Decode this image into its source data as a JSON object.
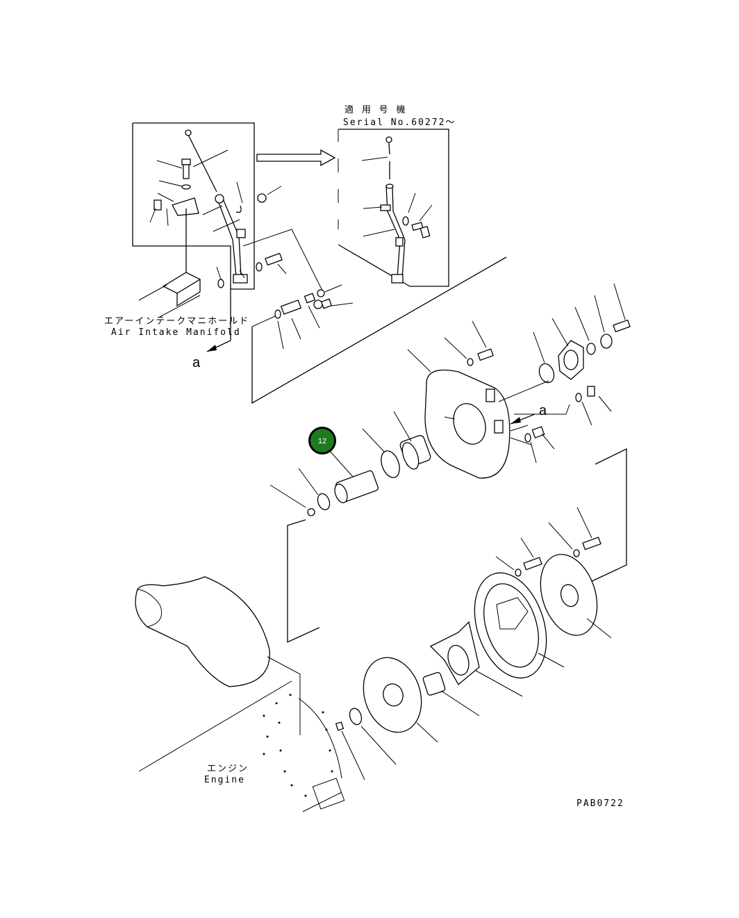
{
  "notes": {
    "applicable_jp": "適 用 号 機",
    "serial": "Serial No.60272〜",
    "manifold_jp": "エアーインテークマニホールド",
    "manifold_en": "Air Intake Manifold",
    "engine_jp": "エンジン",
    "engine_en": "Engine",
    "ref_a": "a",
    "drawing_code": "PAB0722"
  },
  "callout": {
    "number": "12",
    "color": "#1e7a1e"
  }
}
